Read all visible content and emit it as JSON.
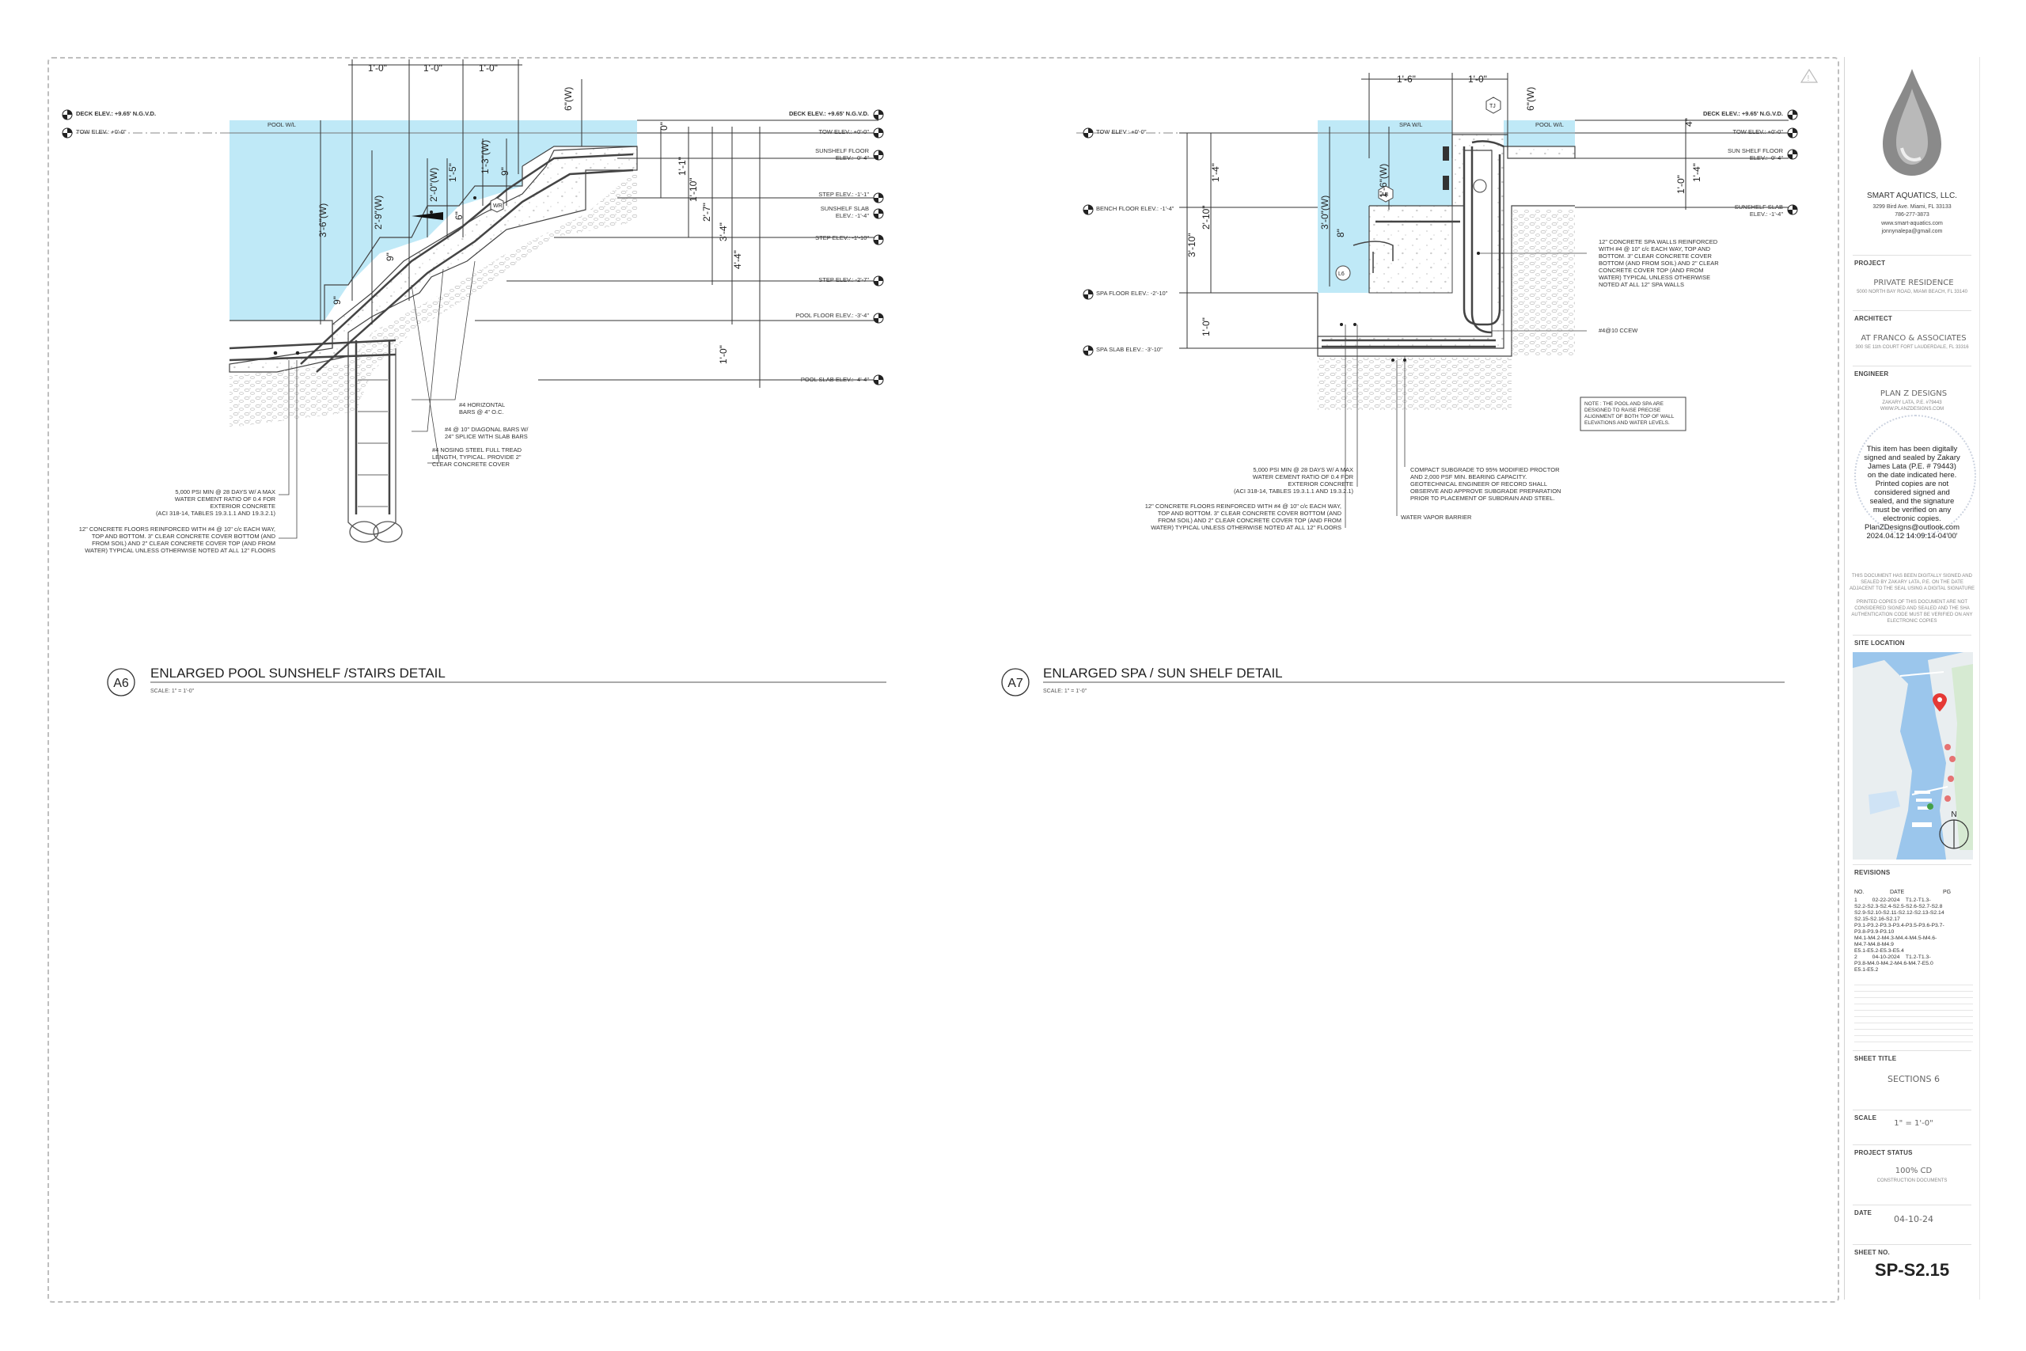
{
  "sheet": {
    "warning_icon": "warning-triangle-icon"
  },
  "detail_a6": {
    "tag": "A6",
    "title": "ENLARGED POOL SUNSHELF /STAIRS  DETAIL",
    "scale": "SCALE: 1\" = 1'-0\"",
    "elevations": {
      "deck_left": "DECK ELEV.: +9.65' N.G.V.D.",
      "tow_left": "TOW ELEV.: +0'-0\"",
      "deck": "DECK ELEV.: +9.65' N.G.V.D.",
      "tow": "TOW ELEV.: +0'-0\"",
      "sunshelf_floor_1": "SUNSHELF FLOOR",
      "sunshelf_floor_2": "ELEV.: -0'-4\"",
      "step1": "STEP ELEV.: -1'-1\"",
      "sunshelf_slab_1": "SUNSHELF SLAB",
      "sunshelf_slab_2": "ELEV.: -1'-4\"",
      "step2": "STEP ELEV.: -1'-10\"",
      "step3": "STEP ELEV.: -2'-7\"",
      "pool_floor": "POOL FLOOR ELEV.: -3'-4\"",
      "pool_slab": "POOL SLAB  ELEV.: -4'-4\""
    },
    "pool_wl": "POOL W/L",
    "dims": {
      "top1": "1'-0\"",
      "top2": "1'-0\"",
      "top3": "1'-0\"",
      "top_v": "6\"(W)",
      "v_3_6": "3'-6\"(W)",
      "v_2_9": "2'-9\"(W)",
      "v_2_0": "2'-0\"(W)",
      "v_1_5": "1'-5\"",
      "v_1_3": "1'-3\"(W)",
      "v_9a": "9\"",
      "v_9b": "9\"",
      "v_9c": "9\"",
      "v_0": "0\"",
      "v_1_1": "1'-1\"",
      "v_1_10": "1'-10\"",
      "v_2_7": "2'-7\"",
      "v_3_4": "3'-4\"",
      "v_4_4": "4'-4\"",
      "v_1_0": "1'-0\"",
      "v_6": "6\"",
      "wr": "WR"
    },
    "notes": {
      "horizontal_1": "#4 HORIZONTAL",
      "horizontal_2": "BARS @ 4\" O.C.",
      "diagonal_1": "#4 @ 10\" DIAGONAL BARS W/",
      "diagonal_2": "24\" SPLICE WITH SLAB BARS",
      "nosing_1": "#4 NOSING STEEL FULL TREAD",
      "nosing_2": "LENGTH, TYPICAL. PROVIDE 2\"",
      "nosing_3": "CLEAR CONCRETE COVER",
      "psi_1": "5,000 PSI MIN @ 28 DAYS W/ A MAX",
      "psi_2": "WATER CEMENT RATIO OF 0.4 FOR",
      "psi_3": "EXTERIOR CONCRETE",
      "psi_4": "(ACI 318-14, TABLES 19.3.1.1 AND 19.3.2.1)",
      "floors_1": "12\" CONCRETE FLOORS REINFORCED WITH #4 @ 10\" c/c EACH WAY,",
      "floors_2": "TOP AND BOTTOM. 3\" CLEAR CONCRETE COVER BOTTOM (AND",
      "floors_3": "FROM SOIL) AND 2\" CLEAR CONCRETE COVER TOP (AND FROM",
      "floors_4": "WATER) TYPICAL UNLESS OTHERWISE NOTED AT ALL 12\" FLOORS"
    }
  },
  "detail_a7": {
    "tag": "A7",
    "title": "ENLARGED SPA / SUN SHELF DETAIL",
    "scale": "SCALE: 1\" = 1'-0\"",
    "elevations": {
      "tow_left": "TOW ELEV.: +0'-0\"",
      "bench_floor": "BENCH FLOOR ELEV.: -1'-4\"",
      "spa_floor": "SPA FLOOR ELEV.: -2'-10\"",
      "spa_slab": "SPA SLAB ELEV.: -3'-10\"",
      "deck": "DECK ELEV.: +9.65' N.G.V.D.",
      "tow": "TOW ELEV.: +0'-0\"",
      "sun_shelf_floor_1": "SUN SHELF FLOOR",
      "sun_shelf_floor_2": "ELEV.: -0'-4\"",
      "sunshelf_slab_1": "SUNSHELF SLAB",
      "sunshelf_slab_2": "ELEV.: -1'-4\""
    },
    "spa_wl": "SPA W/L",
    "pool_wl": "POOL W/L",
    "dims": {
      "top1": "1'-6\"",
      "top2": "1'-0\"",
      "top_v": "6\"(W)",
      "v_1_4": "1'-4\"",
      "v_2_10": "2'-10\"",
      "v_3_10": "3'-10\"",
      "v_1_0": "1'-0\"",
      "v_3_0": "3'-0\"(W)",
      "v_1_6": "1'-6\"(W)",
      "v_8": "8\"",
      "r_4": "4\"",
      "r_1_0": "1'-0\"",
      "r_1_4": "1'-4\"",
      "tj": "TJ",
      "ab": "AB",
      "lr": "L6"
    },
    "notes": {
      "spa_walls_1": "12\" CONCRETE SPA WALLS REINFORCED",
      "spa_walls_2": "WITH #4 @ 10\" c/c EACH WAY, TOP AND",
      "spa_walls_3": "BOTTOM. 3\" CLEAR CONCRETE COVER",
      "spa_walls_4": "BOTTOM (AND FROM SOIL) AND 2\" CLEAR",
      "spa_walls_5": "CONCRETE COVER TOP (AND FROM",
      "spa_walls_6": "WATER) TYPICAL UNLESS OTHERWISE",
      "spa_walls_7": "NOTED AT ALL 12\" SPA WALLS",
      "ccew": "#4@10 CCEW",
      "note_box_1": "NOTE : THE POOL AND SPA ARE",
      "note_box_2": "DESIGNED TO RAISE PRECISE",
      "note_box_3": "ALIGNMENT OF BOTH TOP OF WALL",
      "note_box_4": "ELEVATIONS AND WATER LEVELS.",
      "psi_1": "5,000 PSI MIN @ 28 DAYS W/ A MAX",
      "psi_2": "WATER CEMENT RATIO OF 0.4 FOR",
      "psi_3": "EXTERIOR CONCRETE",
      "psi_4": "(ACI 318-14, TABLES 19.3.1.1 AND 19.3.2.1)",
      "floors_1": "12\" CONCRETE FLOORS REINFORCED WITH #4 @ 10\" c/c EACH WAY,",
      "floors_2": "TOP AND BOTTOM. 3\" CLEAR CONCRETE COVER BOTTOM (AND",
      "floors_3": "FROM SOIL) AND 2\" CLEAR CONCRETE COVER TOP (AND FROM",
      "floors_4": "WATER) TYPICAL UNLESS OTHERWISE NOTED AT ALL 12\" FLOORS",
      "subgrade_1": "COMPACT SUBGRADE TO 95% MODIFIED PROCTOR",
      "subgrade_2": "AND 2,000 PSF MIN. BEARING CAPACITY.",
      "subgrade_3": "GEOTECHNICAL ENGINEER OF RECORD SHALL",
      "subgrade_4": "OBSERVE AND APPROVE SUBGRADE PREPARATION",
      "subgrade_5": "PRIOR TO PLACEMENT OF SUBDRAIN AND STEEL.",
      "vapor": "WATER VAPOR BARRIER"
    }
  },
  "title_block": {
    "company": "SMART AQUATICS, LLC.",
    "address": "3299 Bird Ave. Miami, FL 33133",
    "phone": "786-277-3873",
    "web": "www.smart-aquatics.com",
    "email": "jonnynalepa@gmail.com",
    "project_label": "PROJECT",
    "project": "PRIVATE RESIDENCE",
    "project_addr": "5000 NORTH BAY ROAD, MIAMI BEACH, FL 33140",
    "architect_label": "ARCHITECT",
    "architect": "AT FRANCO & ASSOCIATES",
    "architect_addr": "300 SE 11th COURT FORT LAUDERDALE, FL 33316",
    "engineer_label": "ENGINEER",
    "engineer": "PLAN Z DESIGNS",
    "engineer_sub": "ZAKARY LATA, P.E. #79443",
    "engineer_web": "WWW.PLANZDESIGNS.COM",
    "stamp_lines": [
      "This item has been digitally",
      "signed and sealed by Zakary",
      "James Lata (P.E. # 79443)",
      "on the date indicated here.",
      "Printed copies are not",
      "considered signed and",
      "sealed, and the signature",
      "must be verified on any",
      "electronic copies.",
      "PlanZDesigns@outlook.com",
      "2024.04.12 14:09:14-04'00'"
    ],
    "disclaimer_1": [
      "THIS DOCUMENT HAS BEEN DIGITALLY SIGNED AND",
      "SEALED BY ZAKARY LATA, P.E. ON THE DATE",
      "ADJACENT TO THE SEAL USING A DIGITAL SIGNATURE"
    ],
    "disclaimer_2": [
      "PRINTED COPIES OF THIS DOCUMENT ARE NOT",
      "CONSIDERED SIGNED AND SEALED AND THE SHA",
      "AUTHENTICATION CODE MUST BE VERIFIED ON ANY",
      "ELECTRONIC COPIES"
    ],
    "site_location_label": "SITE LOCATION",
    "revisions_label": "REVISIONS",
    "rev_header": {
      "no": "NO.",
      "date": "DATE",
      "pg": "PG"
    },
    "rev_lines": [
      "1          02-22-2024    T1.2-T1.3-",
      "S2.2-S2.3-S2.4-S2.5-S2.6-S2.7-S2.8",
      "S2.9-S2.10-S2.11-S2.12-S2.13-S2.14",
      "S2.15-S2.16-S2.17",
      "P3.1-P3.2-P3.3-P3.4-P3.5-P3.6-P3.7-",
      "P3.8-P3.9-P3.10",
      "M4.1-M4.2-M4.3-M4.4-M4.5-M4.6-",
      "M4.7-M4.8-M4.9",
      "E5.1-E5.2-E5.3-E5.4",
      "2          04-10-2024    T1.2-T1.3-",
      "P3.8-M4.0-M4.2-M4.6-M4.7-E5.0",
      "E5.1-E5.2"
    ],
    "sheet_title_label": "SHEET TITLE",
    "sheet_title": "SECTIONS 6",
    "scale_label": "SCALE",
    "scale": "1\" = 1'-0\"",
    "status_label": "PROJECT STATUS",
    "status": "100% CD",
    "status_sub": "CONSTRUCTION DOCUMENTS",
    "date_label": "DATE",
    "date": "04-10-24",
    "sheet_no_label": "SHEET NO.",
    "sheet_no": "SP-S2.15",
    "map_labels": {
      "north": "N"
    }
  }
}
